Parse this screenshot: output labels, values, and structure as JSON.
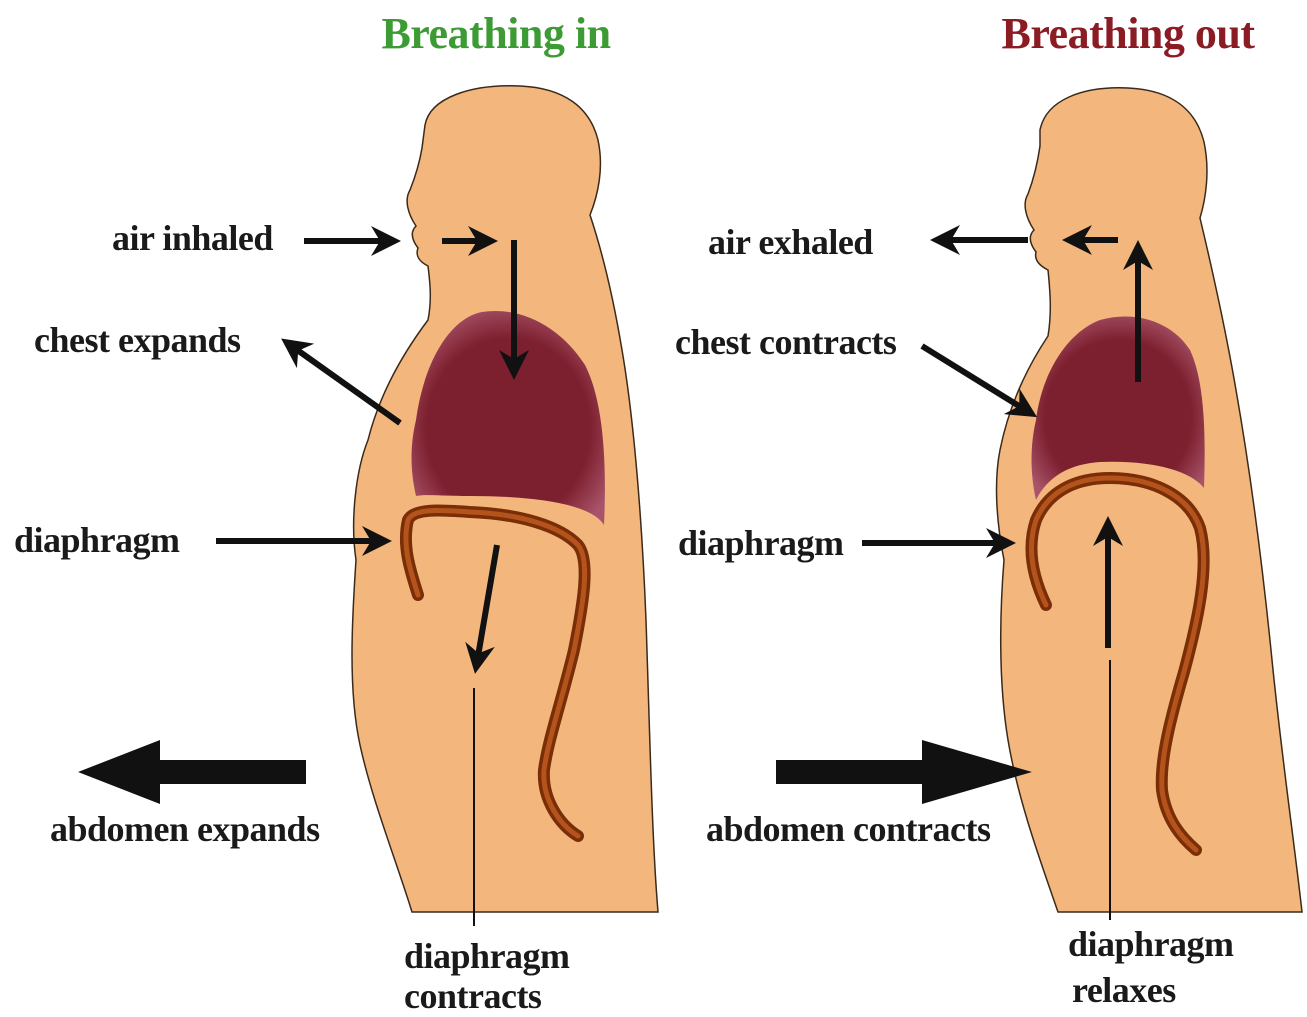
{
  "colors": {
    "inhale_title": "#3d9b35",
    "exhale_title": "#8b1c24",
    "skin": "#f3b77e",
    "skin_outline": "#3a2a1a",
    "lung": "#7c1f2e",
    "diaphragm": "#8a3a10",
    "arrow": "#111111"
  },
  "inhale": {
    "title": "Breathing in",
    "air_label": "air inhaled",
    "chest_label": "chest expands",
    "diaphragm_label": "diaphragm",
    "abdomen_label": "abdomen expands",
    "diaphragm_action_line1": "diaphragm",
    "diaphragm_action_line2": "contracts"
  },
  "exhale": {
    "title": "Breathing out",
    "air_label": "air exhaled",
    "chest_label": "chest contracts",
    "diaphragm_label": "diaphragm",
    "abdomen_label": "abdomen contracts",
    "diaphragm_action_line1": "diaphragm",
    "diaphragm_action_line2": "relaxes"
  }
}
